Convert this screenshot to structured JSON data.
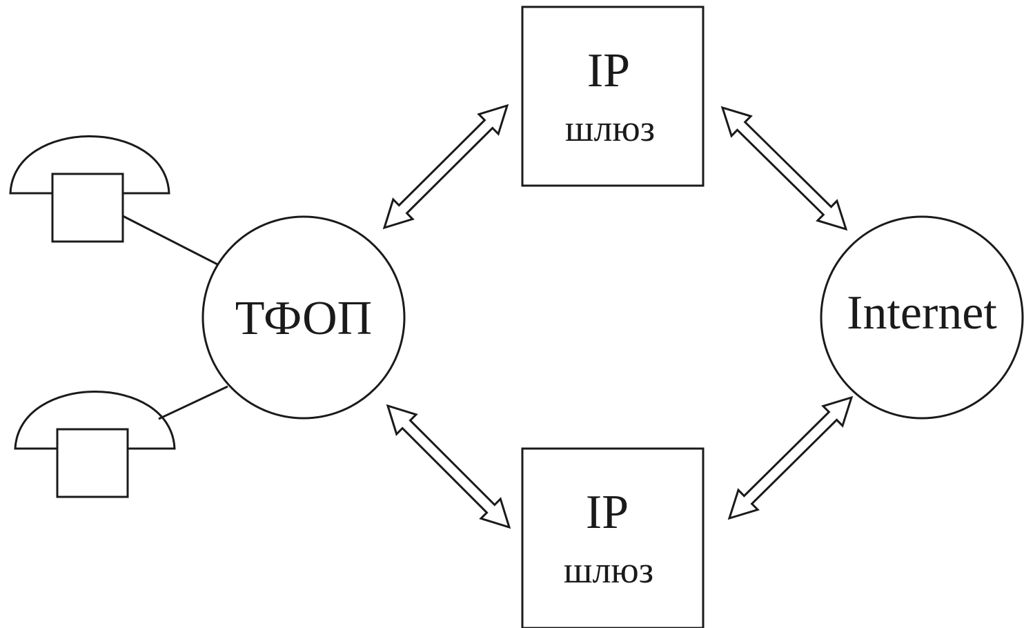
{
  "nodes": {
    "pstn": {
      "label": "ТФОП"
    },
    "internet": {
      "label": "Internet"
    },
    "gateway_top": {
      "line1": "IP",
      "line2": "шлюз"
    },
    "gateway_bottom": {
      "line1": "IP",
      "line2": "шлюз"
    }
  },
  "icons": {
    "phone_top": "telephone-icon",
    "phone_bottom": "telephone-icon"
  },
  "colors": {
    "stroke": "#1a1a1a",
    "background": "#ffffff"
  }
}
